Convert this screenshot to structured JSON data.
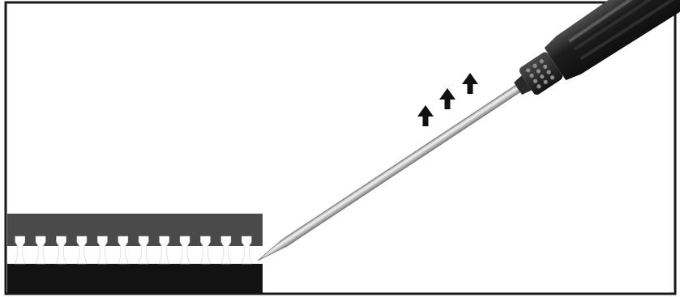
{
  "illustration": {
    "subject": "chip-removal-with-screwdriver",
    "arrow_icon": "up-arrow-icon",
    "arrow_count": 3,
    "pin_count": 12,
    "colors": {
      "frame": "#1a1a1a",
      "chip_body": "#4a4a4a",
      "socket": "#121212",
      "pins": "#ffffff",
      "shaft_light": "#eeeeee",
      "shaft_dark": "#8a8a8a",
      "handle_dark": "#161616",
      "handle_mid": "#3a3a3a",
      "arrow": "#111111"
    }
  }
}
